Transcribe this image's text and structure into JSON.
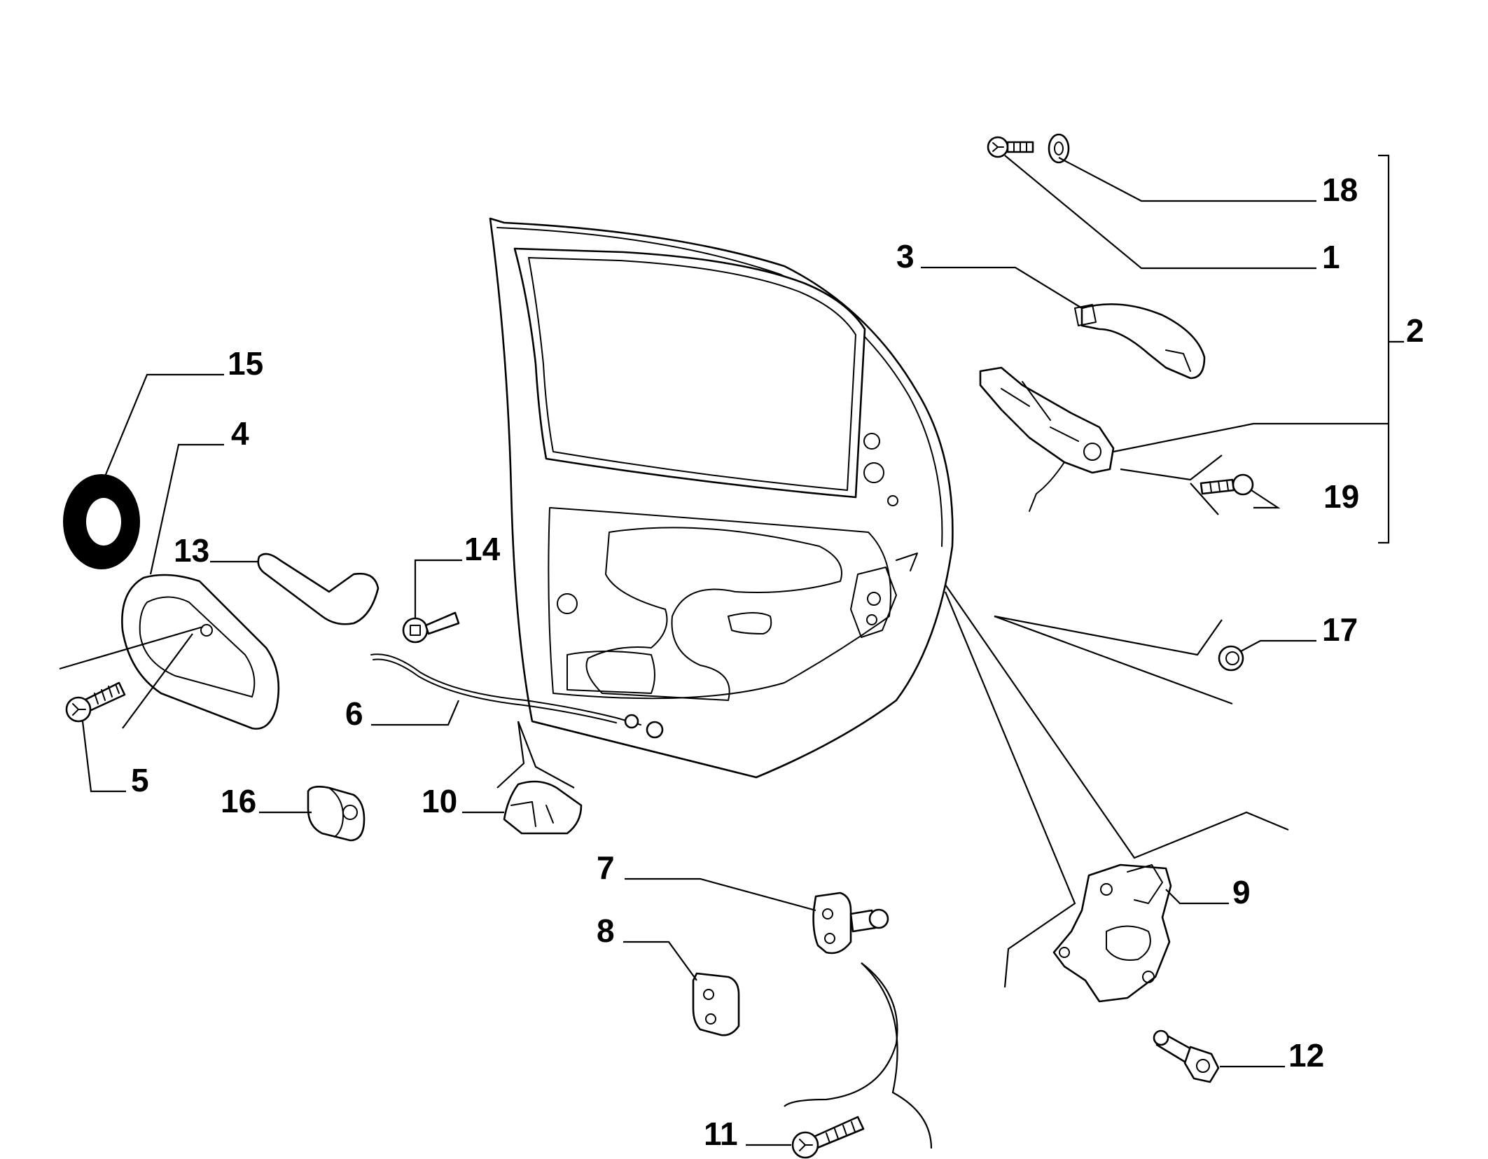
{
  "diagram": {
    "labels": {
      "p1": "1",
      "p2": "2",
      "p3": "3",
      "p4": "4",
      "p5": "5",
      "p6": "6",
      "p7": "7",
      "p8": "8",
      "p9": "9",
      "p10": "10",
      "p11": "11",
      "p12": "12",
      "p13": "13",
      "p14": "14",
      "p15": "15",
      "p16": "16",
      "p17": "17",
      "p18": "18",
      "p19": "19"
    }
  }
}
